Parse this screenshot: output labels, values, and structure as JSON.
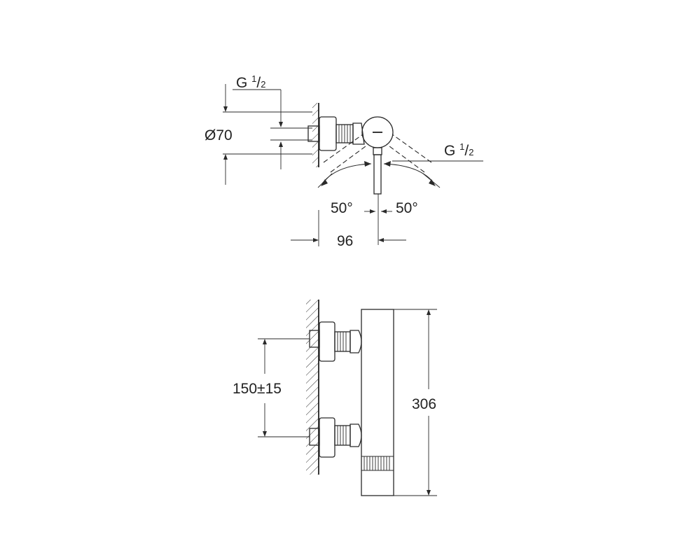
{
  "top_view": {
    "thread_left": {
      "main": "G ",
      "num": "1",
      "den": "2"
    },
    "thread_right": {
      "main": "G ",
      "num": "1",
      "den": "2"
    },
    "diameter": "Ø70",
    "angle_left": "50°",
    "angle_right": "50°",
    "offset": "96"
  },
  "side_view": {
    "spacing": "150±15",
    "height": "306"
  }
}
